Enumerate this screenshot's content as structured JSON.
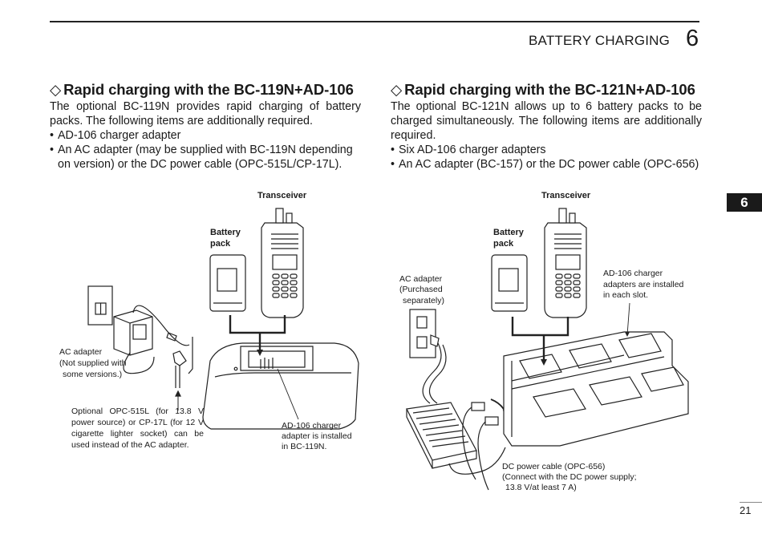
{
  "header": {
    "title": "BATTERY CHARGING",
    "chapter_number": "6"
  },
  "side_tab": {
    "label": "6"
  },
  "sections": [
    {
      "title": "Rapid charging with the BC-119N+AD-106",
      "title_icon": "diamond-outline-icon",
      "intro": "The optional BC-119N provides rapid charging of battery packs. The following items are additionally required.",
      "bullets": [
        "AD-106 charger adapter",
        "An AC adapter (may be supplied with BC-119N depending on version) or the DC power cable (OPC-515L/CP-17L)."
      ],
      "figure": {
        "labels": {
          "transceiver": "Transceiver",
          "battery_pack_line1": "Battery",
          "battery_pack_line2": "pack",
          "ac_adapter_line1": "AC adapter",
          "ac_adapter_line2": "(Not supplied with",
          "ac_adapter_line3": "some versions.)",
          "optional_note": "Optional OPC-515L (for 13.8 V power source) or CP-17L (for 12 V cigarette lighter socket) can be used instead of the AC adapter.",
          "charger_adapter_line1": "AD-106 charger",
          "charger_adapter_line2": "adapter is installed",
          "charger_adapter_line3": "in BC-119N."
        }
      }
    },
    {
      "title": "Rapid charging with the BC-121N+AD-106",
      "title_icon": "diamond-outline-icon",
      "intro": "The optional BC-121N allows up to 6 battery packs to be charged simultaneously. The following items are additionally required.",
      "bullets": [
        "Six AD-106 charger adapters",
        "An AC adapter (BC-157) or the DC power cable (OPC-656)"
      ],
      "figure": {
        "labels": {
          "transceiver": "Transceiver",
          "battery_pack_line1": "Battery",
          "battery_pack_line2": "pack",
          "ac_adapter_line1": "AC adapter",
          "ac_adapter_line2": "(Purchased",
          "ac_adapter_line3": "separately)",
          "charger_adapters_line1": "AD-106 charger",
          "charger_adapters_line2": "adapters are installed",
          "charger_adapters_line3": "in each slot.",
          "dc_cable_line1": "DC power cable (OPC-656)",
          "dc_cable_line2": "(Connect with the DC power supply;",
          "dc_cable_line3": "13.8 V/at least 7 A)"
        }
      }
    }
  ],
  "footer": {
    "page_number": "21"
  }
}
